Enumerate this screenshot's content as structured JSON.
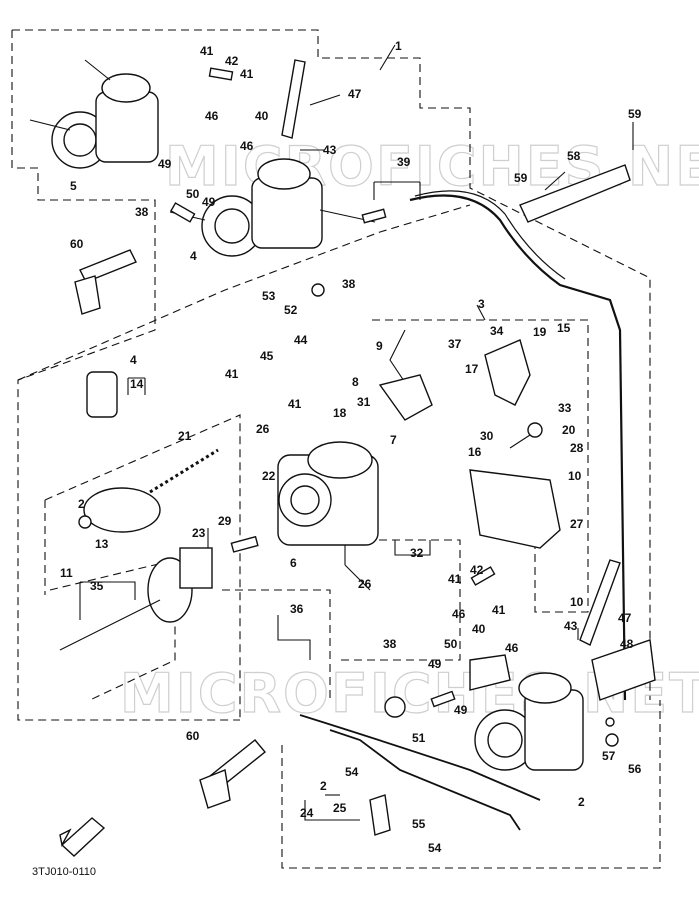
{
  "diagram": {
    "code": "3TJ010-0110",
    "watermark": "MICROFICHES.NET",
    "callouts": [
      "1",
      "2",
      "3",
      "4",
      "5",
      "6",
      "7",
      "8",
      "9",
      "10",
      "11",
      "13",
      "14",
      "15",
      "16",
      "17",
      "18",
      "19",
      "20",
      "21",
      "22",
      "23",
      "24",
      "25",
      "26",
      "27",
      "28",
      "29",
      "30",
      "31",
      "32",
      "33",
      "34",
      "35",
      "36",
      "37",
      "38",
      "39",
      "40",
      "41",
      "42",
      "43",
      "44",
      "45",
      "46",
      "47",
      "48",
      "49",
      "50",
      "51",
      "52",
      "53",
      "54",
      "55",
      "56",
      "57",
      "58",
      "59",
      "60"
    ]
  }
}
